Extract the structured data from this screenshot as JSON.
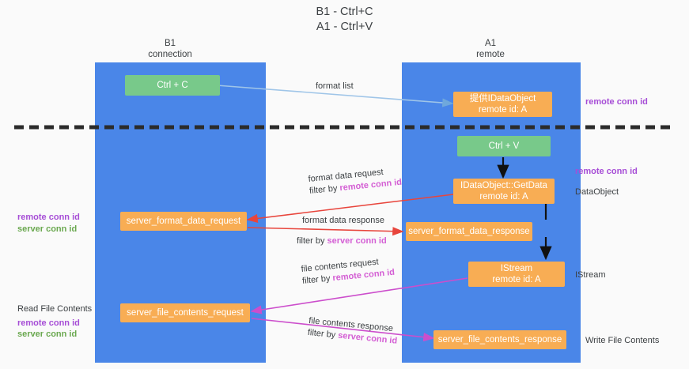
{
  "title": {
    "line1": "B1 - Ctrl+C",
    "line2": "A1 - Ctrl+V"
  },
  "lanes": [
    {
      "name": "B1",
      "sub": "connection"
    },
    {
      "name": "A1",
      "sub": "remote"
    }
  ],
  "boxes": {
    "ctrl_c": "Ctrl + C",
    "ctrl_v": "Ctrl + V",
    "idataobject_l1": "提供IDataObject",
    "idataobject_l2": "remote id: A",
    "getdata_l1": "IDataObject::GetData",
    "getdata_l2": "remote id: A",
    "istream_l1": "IStream",
    "istream_l2": "remote id: A",
    "server_format_data_request": "server_format_data_request",
    "server_format_data_response": "server_format_data_response",
    "server_file_contents_request": "server_file_contents_request",
    "server_file_contents_response": "server_file_contents_response"
  },
  "edge_labels": {
    "format_list": "format list",
    "format_data_request": "format data request",
    "format_data_request_filter_prefix": "filter by ",
    "format_data_request_filter_key": "remote conn id",
    "format_data_response": "format data response",
    "format_data_response_filter_prefix": "filter by ",
    "format_data_response_filter_key": "server conn id",
    "file_contents_request": "file contents request",
    "file_contents_request_filter_prefix": "filter by ",
    "file_contents_request_filter_key": "remote conn id",
    "file_contents_response": "file contents response",
    "file_contents_response_filter_prefix": "filter by ",
    "file_contents_response_filter_key": "server conn id"
  },
  "annotations": {
    "right_remote_conn_id_top": "remote conn id",
    "right_remote_conn_id_mid": "remote conn id",
    "right_dataobject": "DataObject",
    "right_istream": "IStream",
    "right_write_file_contents": "Write File Contents",
    "left_remote_conn_id": "remote conn id",
    "left_server_conn_id": "server conn id",
    "left_read_file_contents": "Read File Contents",
    "left_remote_conn_id_2": "remote conn id",
    "left_server_conn_id_2": "server conn id"
  },
  "colors": {
    "lane": "#4a86e8",
    "green_box": "#78c98a",
    "orange_box": "#f8ad54",
    "remote_conn_id": "#a64dd6",
    "server_conn_id": "#6aa84f",
    "arrow_red": "#e8453c",
    "arrow_magenta": "#cc4ecc",
    "arrow_blue": "#a8d0f0",
    "divider": "#333333",
    "background": "#fafafa"
  }
}
